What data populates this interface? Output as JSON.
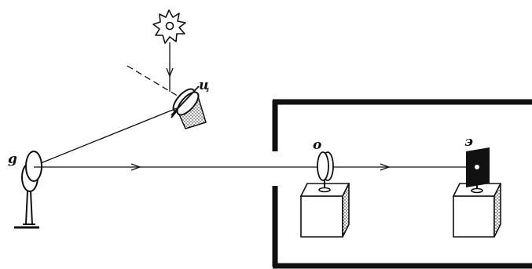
{
  "labels": {
    "sun": "",
    "mirror_u": "ц",
    "mirror_g": "g",
    "lens_o": "о",
    "screen_e": "э"
  },
  "colors": {
    "ink": "#111111",
    "paper": "#ffffff"
  }
}
